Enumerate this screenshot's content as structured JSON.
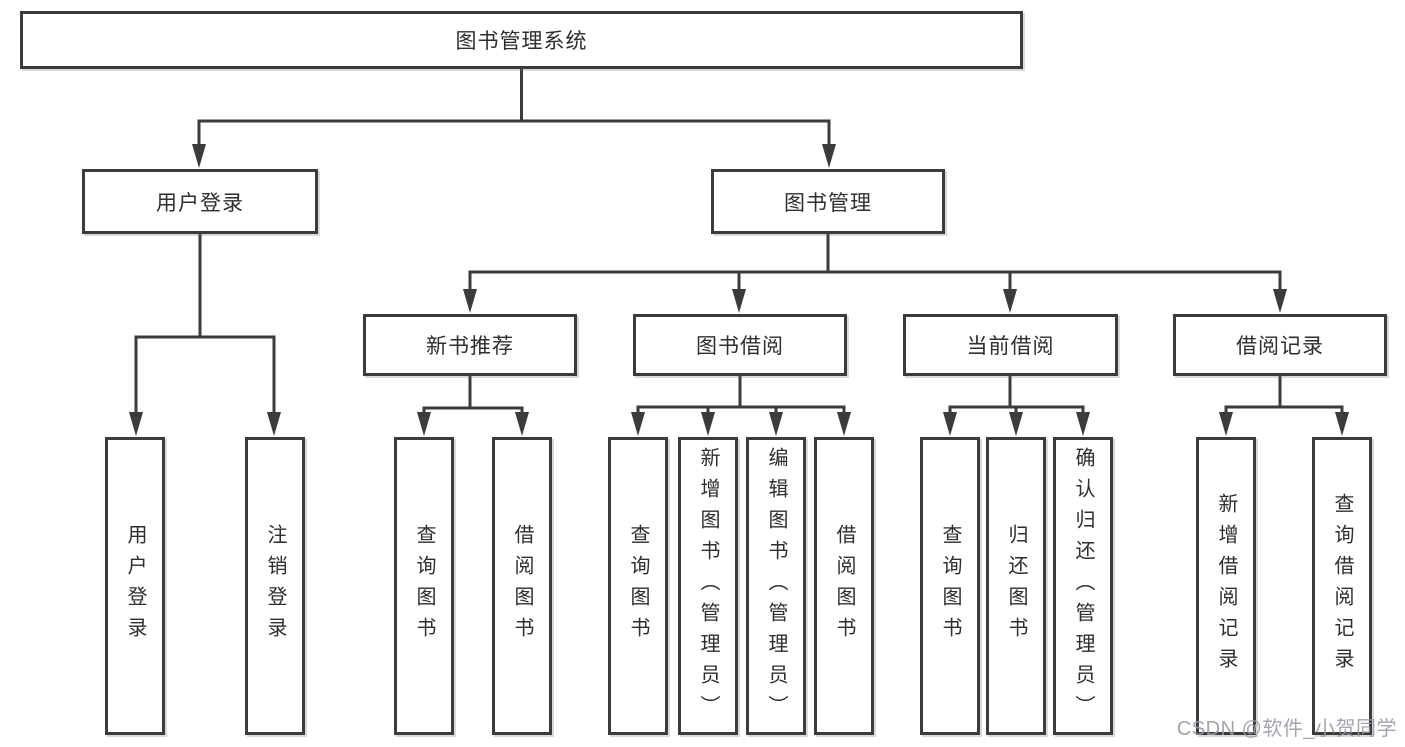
{
  "tree": {
    "label": "图书管理系统",
    "children": [
      {
        "label": "用户登录",
        "children": [
          {
            "label": "用户登录"
          },
          {
            "label": "注销登录"
          }
        ]
      },
      {
        "label": "图书管理",
        "children": [
          {
            "label": "新书推荐",
            "children": [
              {
                "label": "查询图书"
              },
              {
                "label": "借阅图书"
              }
            ]
          },
          {
            "label": "图书借阅",
            "children": [
              {
                "label": "查询图书"
              },
              {
                "label": "新增图书（管理员）"
              },
              {
                "label": "编辑图书（管理员）"
              },
              {
                "label": "借阅图书"
              }
            ]
          },
          {
            "label": "当前借阅",
            "children": [
              {
                "label": "查询图书"
              },
              {
                "label": "归还图书"
              },
              {
                "label": "确认归还（管理员）"
              }
            ]
          },
          {
            "label": "借阅记录",
            "children": [
              {
                "label": "新增借阅记录"
              },
              {
                "label": "查询借阅记录"
              }
            ]
          }
        ]
      }
    ]
  },
  "watermark": {
    "text": "CSDN @软件_小贺同学"
  },
  "colors": {
    "line": "#3b3b3b",
    "box_border": "#3b3b3b",
    "text": "#2e2e2e",
    "watermark": "#9b9ca4",
    "background": "#ffffff"
  }
}
